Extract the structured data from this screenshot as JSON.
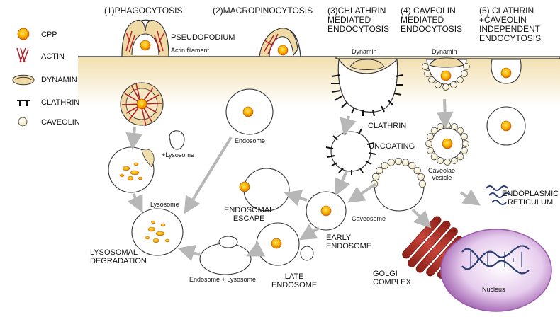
{
  "legend": {
    "cpp": "CPP",
    "actin": "ACTIN",
    "dynamin": "DYNAMIN",
    "clathrin": "CLATHRIN",
    "caveolin": "CAVEOLIN"
  },
  "pathways": {
    "p1": "(1)PHAGOCYTOSIS",
    "p2": "(2)MACROPINOCYTOSIS",
    "p3": "(3)CHLATHRIN\nMEDIATED\nENDOCYTOSIS",
    "p4": "(4) CAVEOLIN\nMEDIATED\nENDOCYTOSIS",
    "p5": "(5) CLATHRIN\n+CAVEOLIN\nINDEPENDENT\nENDOCYTOSIS"
  },
  "labels": {
    "pseudopodium": "PSEUDOPODIUM",
    "actin_filament": "Actin filament",
    "dynamin_a": "Dynamin",
    "dynamin_b": "Dynamin",
    "plus_lysosome": "+Lysosome",
    "endosome": "Endosome",
    "clathrin": "CLATHRIN",
    "uncoating": "UNCOATING",
    "caveolae_vesicle": "Caveolae\nVesicle",
    "er": "ENDOPLASMIC\nRETICULUM",
    "lysosome": "Lysosome",
    "endosomal_escape": "ENDOSOMAL\nESCAPE",
    "caveosome": "Caveosome",
    "lysosomal_degradation": "LYSOSOMAL\nDEGRADATION",
    "early_endosome": "EARLY\nENDOSOME",
    "endo_lyso": "Endosome + Lysosome",
    "late_endosome": "LATE\nENDOSOME",
    "golgi": "GOLGI\nCOMPLEX",
    "nucleus": "Nucleus"
  },
  "colors": {
    "membrane": "#efd9a4",
    "cpp_core": "#f6b800",
    "cpp_edge": "#d85a00",
    "arrow": "#b7b7b7",
    "actin": "#b1222a",
    "golgi": "#b43327",
    "nucleus": "#c79ad1",
    "er": "#2a3c72"
  }
}
